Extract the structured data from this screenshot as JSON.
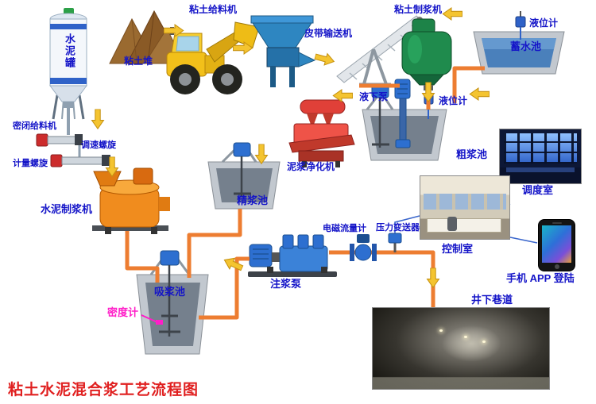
{
  "title": "粘土水泥混合浆工艺流程图",
  "labels": {
    "cement_silo": "水泥罐",
    "sealed_feeder": "密闭给料机",
    "speed_screw": "调速螺旋",
    "metering_screw": "计量螺旋",
    "cement_slurry_machine": "水泥制浆机",
    "clay_pile": "粘土堆",
    "clay_feeder": "粘土给料机",
    "belt_conveyor": "皮带输送机",
    "clay_slurry_machine": "粘土制浆机",
    "level_gauge_water": "液位计",
    "water_pool": "蓄水池",
    "submerged_pump": "液下泵",
    "level_gauge_coarse": "液位计",
    "coarse_slurry_pool": "粗浆池",
    "mud_purifier": "泥浆净化机",
    "fine_slurry_pool": "精浆池",
    "dispatch_room": "调度室",
    "control_room": "控制室",
    "mobile_app_login": "手机 APP 登陆",
    "electromagnetic_flowmeter": "电磁流量计",
    "pressure_transmitter": "压力变送器",
    "grouting_pump": "注浆泵",
    "suction_pool": "吸浆池",
    "density_meter": "密度计",
    "underground_tunnel": "井下巷道"
  },
  "colors": {
    "label_text": "#1414c8",
    "title_text": "#e02020",
    "density_label": "#ff1ec8",
    "arrow_fill": "#f4c430",
    "pipe_orange": "#ed7d31",
    "signal_blue": "#3a66cc"
  }
}
